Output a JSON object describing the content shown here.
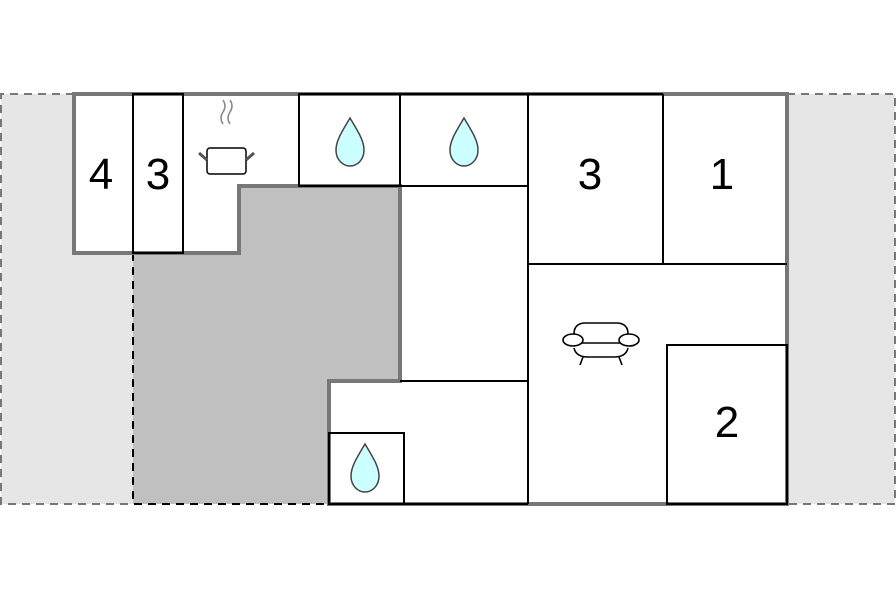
{
  "colors": {
    "terrace": "#e6e6e6",
    "terrace_border": "#777777",
    "covered_area": "#c0c0c0",
    "exterior_wall": "#777777",
    "interior_wall": "#000000",
    "room_fill": "#ffffff",
    "water_drop": "#ccffff"
  },
  "rooms": [
    {
      "id": "bedroom-4",
      "label": "4",
      "type": "bedroom"
    },
    {
      "id": "bedroom-3-narrow",
      "label": "3",
      "type": "bedroom"
    },
    {
      "id": "kitchen",
      "label": "",
      "type": "kitchen",
      "icon": "cooking-pot-icon"
    },
    {
      "id": "bathroom-1",
      "label": "",
      "type": "bathroom",
      "icon": "water-drop-icon"
    },
    {
      "id": "bathroom-2",
      "label": "",
      "type": "bathroom",
      "icon": "water-drop-icon"
    },
    {
      "id": "hallway",
      "label": "",
      "type": "hallway"
    },
    {
      "id": "bedroom-3",
      "label": "3",
      "type": "bedroom"
    },
    {
      "id": "bedroom-1",
      "label": "1",
      "type": "bedroom"
    },
    {
      "id": "living-room",
      "label": "",
      "type": "living",
      "icon": "sofa-icon"
    },
    {
      "id": "bedroom-2",
      "label": "2",
      "type": "bedroom"
    },
    {
      "id": "entry",
      "label": "",
      "type": "entry"
    },
    {
      "id": "bathroom-3",
      "label": "",
      "type": "bathroom",
      "icon": "water-drop-icon"
    }
  ],
  "areas": [
    {
      "id": "terrace-left",
      "type": "terrace"
    },
    {
      "id": "terrace-right",
      "type": "terrace"
    },
    {
      "id": "covered-patio",
      "type": "covered"
    }
  ]
}
